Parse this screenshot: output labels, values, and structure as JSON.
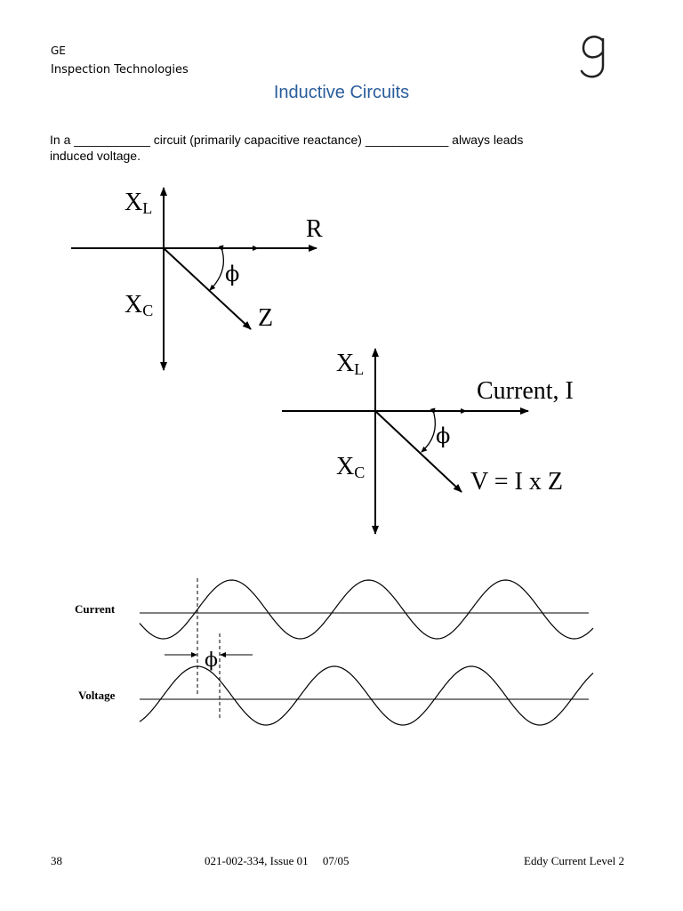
{
  "header": {
    "company": "GE",
    "division": "Inspection Technologies",
    "logo_icon": "ge-logo-icon"
  },
  "page_title": "Inductive Circuits",
  "body": {
    "line1": "In a ___________ circuit (primarily capacitive reactance) ____________ always leads",
    "line2": "induced voltage."
  },
  "diagram1": {
    "xl_main": "X",
    "xl_sub": "L",
    "xc_main": "X",
    "xc_sub": "C",
    "r_label": "R",
    "z_label": "Z",
    "phi": "ϕ"
  },
  "diagram2": {
    "xl_main": "X",
    "xl_sub": "L",
    "xc_main": "X",
    "xc_sub": "C",
    "current_label": "Current, I",
    "voltage_label": "V = I x Z",
    "phi": "ϕ"
  },
  "waveforms": {
    "current_label": "Current",
    "voltage_label": "Voltage",
    "phi": "ϕ"
  },
  "footer": {
    "page_number": "38",
    "doc_ref": "021-002-334, Issue 01     07/05",
    "course": "Eddy Current Level 2"
  }
}
